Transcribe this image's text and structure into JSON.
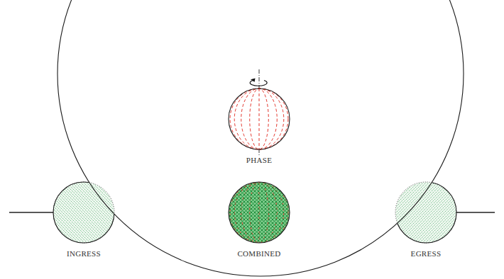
{
  "diagram": {
    "nodes": [
      {
        "text": [
          "PHASE"
        ]
      },
      {
        "text": [
          "INGRESS"
        ]
      },
      {
        "text": [
          "COMBINED"
        ]
      },
      {
        "text": [
          "EGRESS"
        ]
      }
    ]
  }
}
